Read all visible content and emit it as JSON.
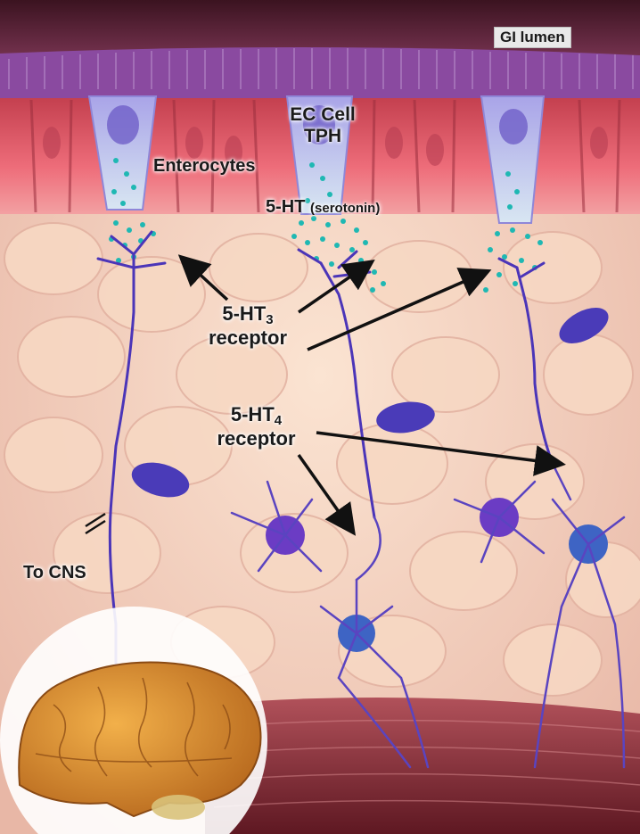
{
  "labels": {
    "gi_lumen": "GI lumen",
    "ec_cell": "EC Cell",
    "tph": "TPH",
    "enterocytes": "Enterocytes",
    "serotonin_main": "5-HT",
    "serotonin_paren": "(serotonin)",
    "ht3_prefix": "5-HT",
    "ht3_sub": "3",
    "ht3_receptor": "receptor",
    "ht4_prefix": "5-HT",
    "ht4_sub": "4",
    "ht4_receptor": "receptor",
    "to_cns": "To CNS"
  },
  "colors": {
    "lumen": "#6b2a45",
    "villi_border": "#8a4aa0",
    "enterocyte": "#e0566a",
    "ec_cell": "#b7b4e8",
    "tissue": "#f2cdb8",
    "cell_blob": "#f7dcc6",
    "neuron_purple": "#5a2fb0",
    "neuron_blue": "#3d5fc8",
    "serotonin_dot": "#1fb8b3",
    "muscle": "#8a2a35",
    "brain": "#d9882d",
    "arrow": "#111111"
  }
}
